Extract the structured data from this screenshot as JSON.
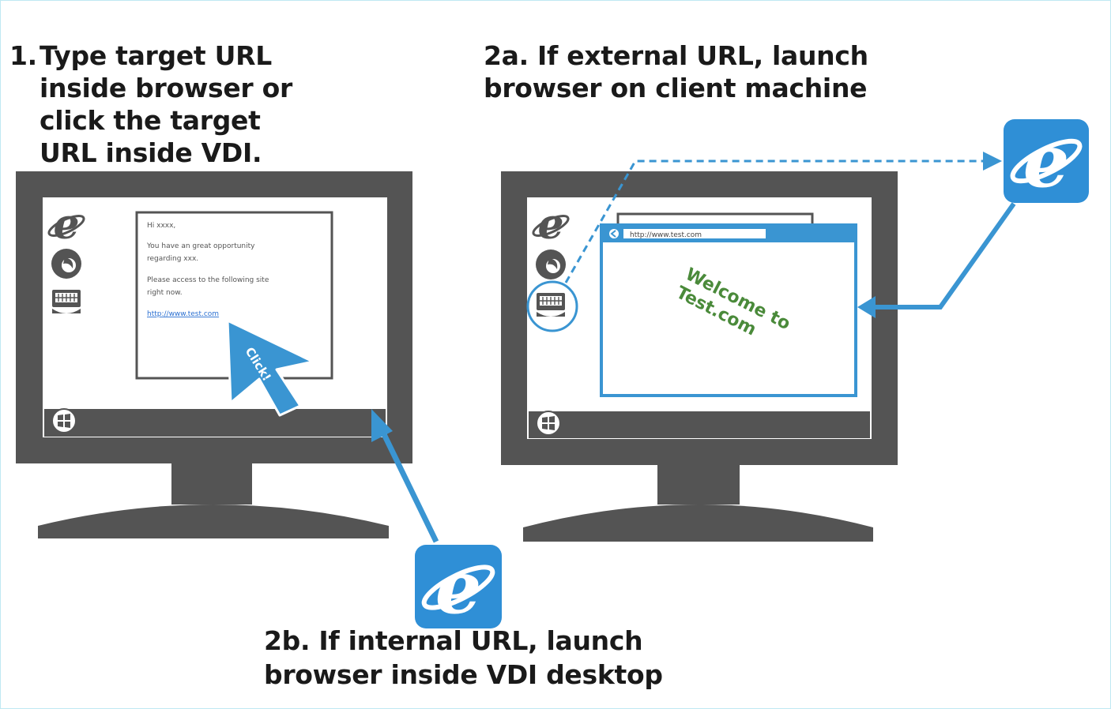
{
  "steps": {
    "step1": {
      "number": "1.",
      "lines": [
        "Type target URL",
        "inside browser or",
        "click the target",
        "URL inside VDI."
      ]
    },
    "step2a": {
      "lines": [
        "2a. If external URL, launch",
        "browser on client machine"
      ]
    },
    "step2b": {
      "lines": [
        "2b. If internal URL, launch",
        "browser inside VDI desktop"
      ]
    }
  },
  "email": {
    "greeting": "Hi xxxx,",
    "body_lines": [
      "You have an great opportunity",
      "regarding xxx.",
      "Please access to the following site",
      "right now."
    ],
    "link": "http://www.test.com"
  },
  "cursor_label": "Click!",
  "client_browser": {
    "address": "http://www.test.com",
    "welcome_lines": [
      "Welcome to",
      "Test.com"
    ]
  },
  "colors": {
    "monitor": "#545454",
    "accent_blue": "#3a95d2",
    "icon_blue": "#2f8fd6",
    "welcome_green": "#4a8a3a"
  },
  "icons": [
    "internet-explorer-icon",
    "firefox-icon",
    "vdi-desktop-icon",
    "windows-start-icon"
  ]
}
